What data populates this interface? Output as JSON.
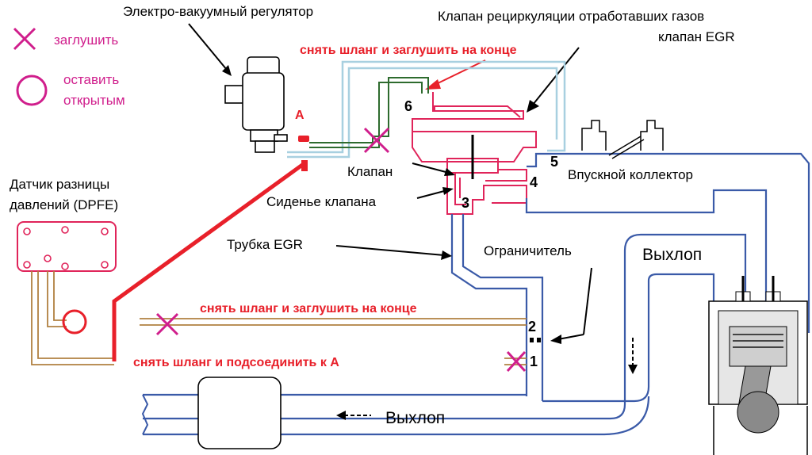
{
  "legend": {
    "plug_label": "заглушить",
    "open_label_line1": "оставить",
    "open_label_line2": "открытым",
    "color": "#d01e8c"
  },
  "labels": {
    "vacuum_regulator": "Электро-вакуумный регулятор",
    "egr_valve_line1": "Клапан рециркуляции отработавших газов",
    "egr_valve_line2": "клапан EGR",
    "dpfe_line1": "Датчик разницы",
    "dpfe_line2": "давлений (DPFE)",
    "valve": "Клапан",
    "valve_seat": "Сиденье клапана",
    "intake_manifold": "Впускной коллектор",
    "egr_tube": "Трубка EGR",
    "restrictor": "Ограничитель",
    "exhaust_right": "Выхлоп",
    "exhaust_bottom": "Выхлоп",
    "point_a": "A"
  },
  "instructions": {
    "top": "снять шланг и заглушить на конце",
    "middle": "снять шланг и заглушить на конце",
    "bottom": "снять шланг и подсоединить к А",
    "color": "#e8202a"
  },
  "numbers": {
    "n1": "1",
    "n2": "2",
    "n3": "3",
    "n4": "4",
    "n5": "5",
    "n6": "6"
  },
  "icons": {
    "plug": "x-mark-icon",
    "open": "circle-icon",
    "exhaust_arrow": "dashed-arrow-icon"
  },
  "colors": {
    "pipe": "#3a5aa8",
    "egr_valve": "#e0245a",
    "vacuum_hose": "#2e6b2e",
    "light_hose": "#a8d0e0",
    "dpfe_hose": "#b08040"
  }
}
